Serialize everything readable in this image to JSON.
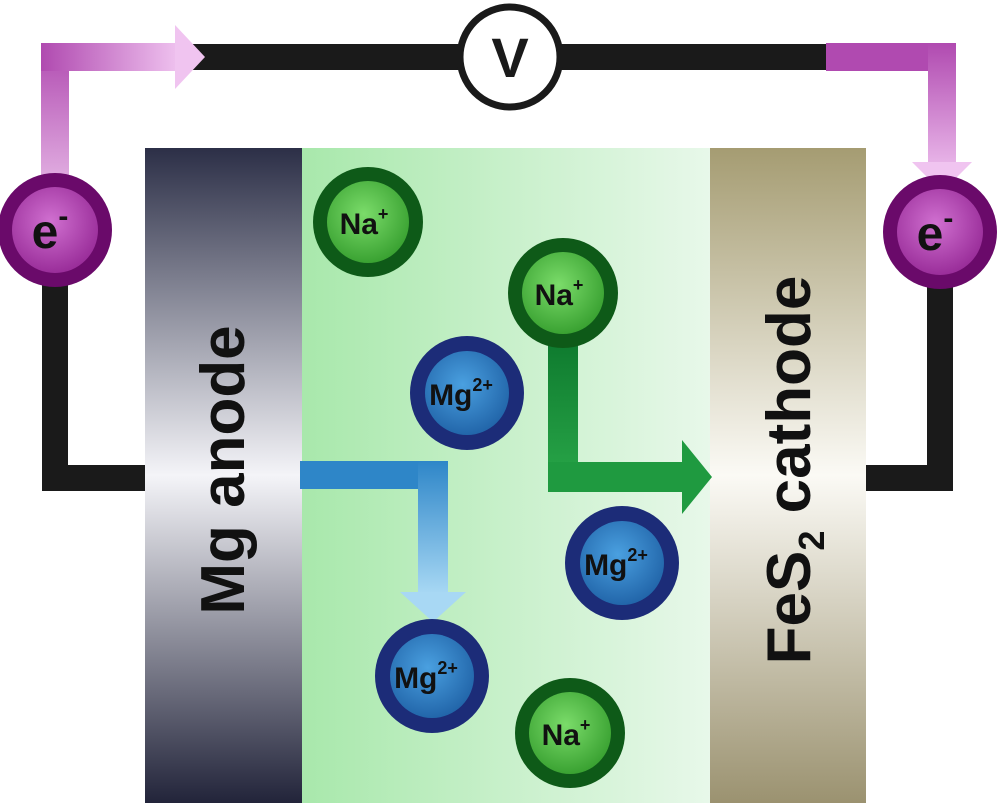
{
  "voltmeter": {
    "label": "V"
  },
  "electrons": {
    "left": {
      "symbol": "e",
      "charge": "-"
    },
    "right": {
      "symbol": "e",
      "charge": "-"
    }
  },
  "anode": {
    "label": "Mg anode"
  },
  "cathode": {
    "label_main": "FeS",
    "subscript": "2",
    "label_rest": " cathode"
  },
  "ions": [
    {
      "symbol": "Na",
      "charge": "+",
      "type": "sodium"
    },
    {
      "symbol": "Na",
      "charge": "+",
      "type": "sodium"
    },
    {
      "symbol": "Mg",
      "charge": "2+",
      "type": "magnesium"
    },
    {
      "symbol": "Mg",
      "charge": "2+",
      "type": "magnesium"
    },
    {
      "symbol": "Mg",
      "charge": "2+",
      "type": "magnesium"
    },
    {
      "symbol": "Na",
      "charge": "+",
      "type": "sodium"
    }
  ],
  "colors": {
    "wire": "#1a1a1a",
    "electron_flow": "#c86cc8",
    "electron_ball": "#7a1a7a",
    "anode": "#2a2d44",
    "cathode": "#9c9270",
    "electrolyte": "#c6f0c9",
    "sodium_ion": "#4caf3c",
    "magnesium_ion": "#2f6fb0",
    "mg_arrow": "#3b8fd0",
    "na_arrow": "#1f8f3a"
  }
}
